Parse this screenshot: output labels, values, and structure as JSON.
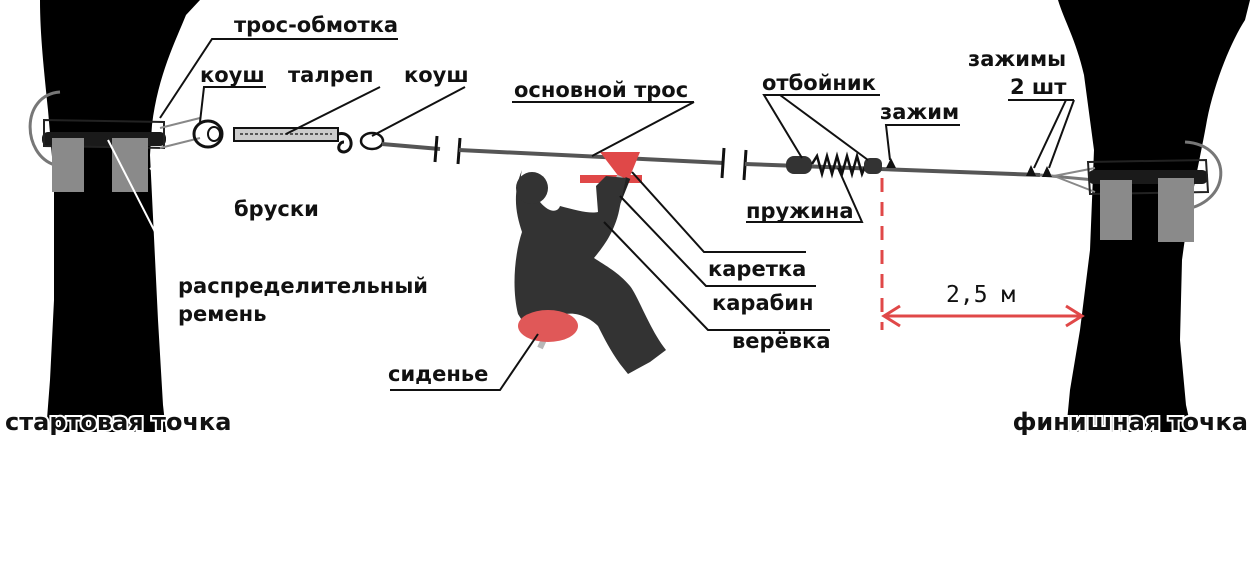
{
  "labels": {
    "wrap_cable": "трос-обмотка",
    "thimble_left": "коуш",
    "turnbuckle": "талреп",
    "thimble_right": "коуш",
    "main_cable": "основной трос",
    "bumper": "отбойник",
    "clamp": "зажим",
    "clamps": "зажимы",
    "clamps_count": "2 шт",
    "blocks": "бруски",
    "spring": "пружина",
    "distribution_strap_line1": "распределительный",
    "distribution_strap_line2": "ремень",
    "trolley": "каретка",
    "carabiner": "карабин",
    "rope": "верёвка",
    "seat": "сиденье",
    "start_point": "стартовая точка",
    "finish_point": "финишная точка",
    "distance": "2,5 м"
  },
  "colors": {
    "tree": "#000000",
    "cable": "#555555",
    "block": "#8a8a8a",
    "accent_red": "#e04848",
    "seat_red": "#e05858",
    "person": "#333333"
  }
}
